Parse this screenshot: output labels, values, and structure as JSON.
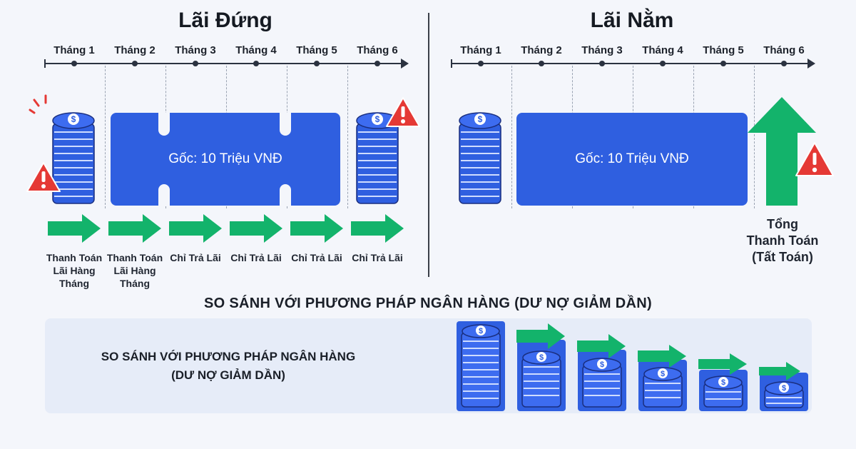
{
  "left": {
    "title": "Lãi Đứng",
    "months": [
      "Tháng 1",
      "Tháng 2",
      "Tháng 3",
      "Tháng 4",
      "Tháng 5",
      "Tháng 6"
    ],
    "principal_label": "Gốc: 10 Triệu VNĐ",
    "captions": [
      [
        "Thanh Toán",
        "Lãi Hàng",
        "Tháng"
      ],
      [
        "Thanh Toán",
        "Lãi Hàng",
        "Tháng"
      ],
      [
        "Chỉ Trả Lãi"
      ],
      [
        "Chỉ Trả Lãi"
      ],
      [
        "Chỉ Trả Lãi"
      ],
      [
        "Chỉ Trả Lãi"
      ]
    ]
  },
  "right": {
    "title": "Lãi Nằm",
    "months": [
      "Tháng 1",
      "Tháng 2",
      "Tháng 3",
      "Tháng 4",
      "Tháng 5",
      "Tháng 6"
    ],
    "principal_label": "Gốc: 10 Triệu VNĐ",
    "final_caption": [
      "Tổng",
      "Thanh Toán",
      "(Tất Toán)"
    ]
  },
  "comparison": {
    "heading": "SO SÁNH VỚI PHƯƠNG PHÁP NGÂN HÀNG (DƯ NỢ GIẢM DẦN)",
    "panel_text": [
      "SO SÁNH VỚI PHƯƠNG PHÁP NGÂN HÀNG",
      "(DƯ NỢ GIẢM DẦN)"
    ]
  },
  "icons": {
    "coin_symbol": "$",
    "warning_symbol": "!"
  },
  "colors": {
    "principal_blue": "#2f5fe0",
    "arrow_green": "#13b36b",
    "warning_red": "#e53935",
    "coin_blue": "#2f5fe0"
  }
}
